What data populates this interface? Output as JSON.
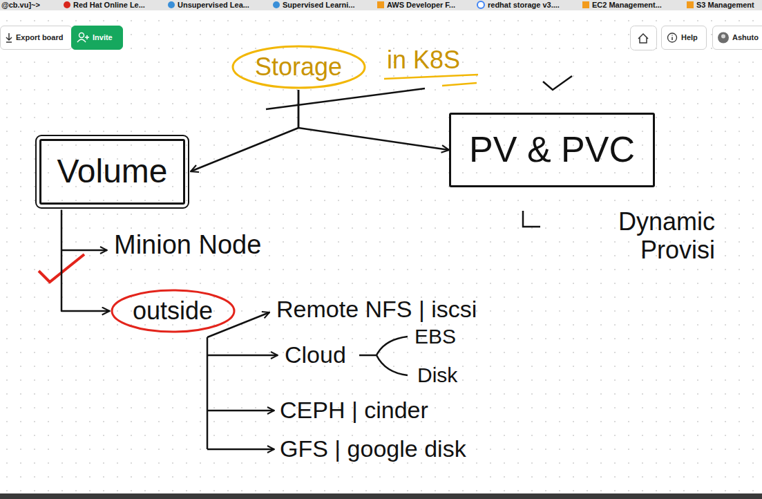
{
  "diagram": {
    "nodes": [
      {
        "text": [
          "Export board"
        ]
      },
      {
        "text": [
          "Invite"
        ]
      },
      {
        "text": [
          "Help"
        ]
      },
      {
        "text": [
          "Ashuto"
        ]
      },
      {
        "text": [
          "Storage"
        ]
      },
      {
        "text": [
          "Volume"
        ]
      },
      {
        "text": [
          "PV & PVC"
        ]
      },
      {
        "text": [
          "outside"
        ]
      }
    ],
    "edges": [
      {
        "from": 4,
        "to": 5,
        "arrow": "to"
      },
      {
        "from": 4,
        "to": 6,
        "arrow": "to"
      },
      {
        "from": 5,
        "to": 7,
        "arrow": "to"
      }
    ],
    "labels": [
      "@cb.vu]~>",
      "Red Hat Online Le...",
      "Unsupervised Lea...",
      "Supervised Learni...",
      "AWS Developer F...",
      "redhat storage v3....",
      "EC2 Management...",
      "S3 Management",
      "in K8S",
      "Dynamic Provisi",
      "Minion Node",
      "Remote NFS | iscsi",
      "Cloud",
      "EBS",
      "Disk",
      "CEPH | cinder",
      "GFS | google disk"
    ]
  }
}
